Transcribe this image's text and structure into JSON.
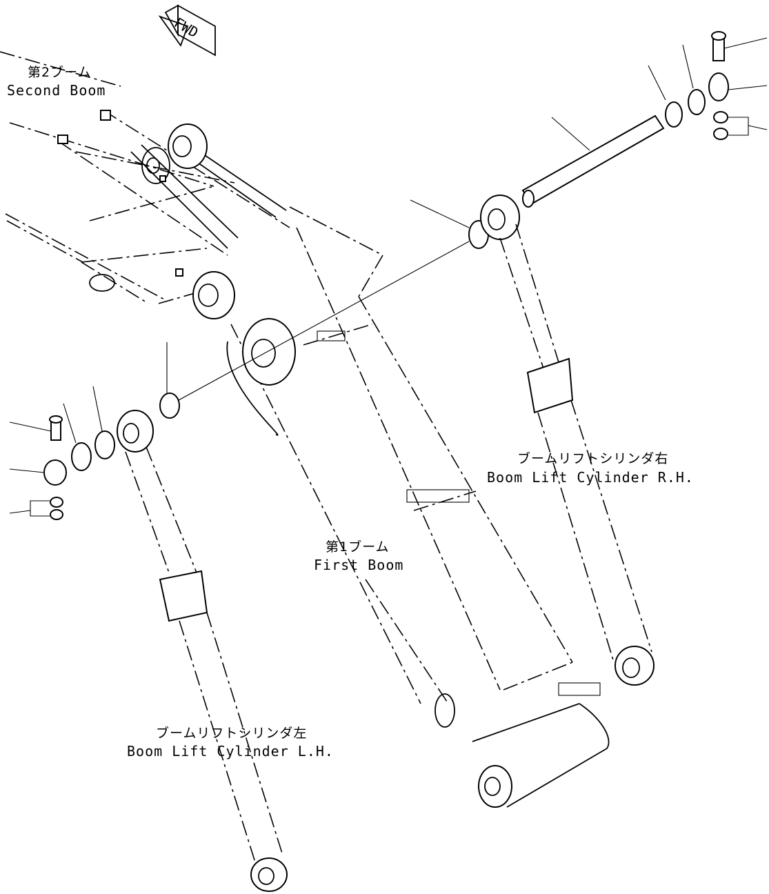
{
  "fwd_label": "FWD",
  "labels": {
    "second_boom_jp": "第2ブーム",
    "second_boom_en": "Second Boom",
    "first_boom_jp": "第1ブーム",
    "first_boom_en": "First Boom",
    "cyl_rh_jp": "ブームリフトシリンダ右",
    "cyl_rh_en": "Boom Lift Cylinder R.H.",
    "cyl_lh_jp": "ブームリフトシリンダ左",
    "cyl_lh_en": "Boom Lift Cylinder L.H."
  }
}
